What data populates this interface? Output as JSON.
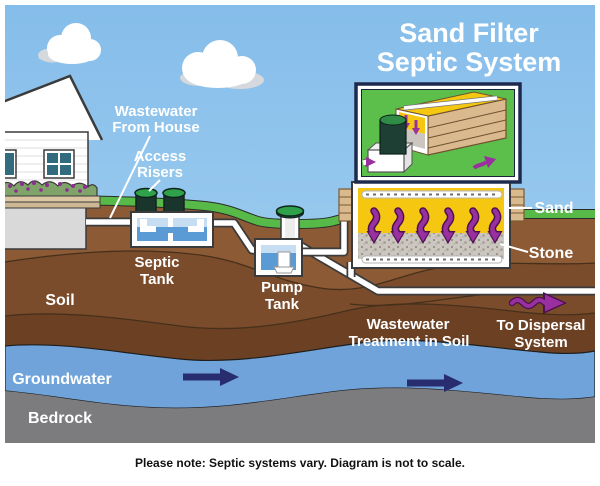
{
  "title": [
    "Sand Filter",
    "Septic System"
  ],
  "labels": {
    "wastewater_from_house": [
      "Wastewater",
      "From House"
    ],
    "access_risers": [
      "Access",
      "Risers"
    ],
    "septic_tank": [
      "Septic",
      "Tank"
    ],
    "pump_tank": [
      "Pump",
      "Tank"
    ],
    "soil": "Soil",
    "groundwater": "Groundwater",
    "bedrock": "Bedrock",
    "sand": "Sand",
    "stone": "Stone",
    "wastewater_treatment_in_soil": [
      "Wastewater",
      "Treatment in Soil"
    ],
    "to_dispersal_system": [
      "To Dispersal",
      "System"
    ]
  },
  "note": "Please note: Septic systems vary. Diagram is not to scale.",
  "colors": {
    "sky": "#87BCE9",
    "grass": "#56B948",
    "soil_upper": "#8C5A35",
    "soil_mid": "#7B4C2B",
    "soil_deep": "#6C4123",
    "groundwater": "#6FA3D9",
    "bedrock": "#7C7C7F",
    "sand": "#F5C711",
    "stone": "#CBC7C0",
    "tank_water": "#5B9BD5",
    "riser_cap_green": "#2FA14B",
    "arrow_purple": "#9A2F9F",
    "arrow_navy": "#272D6E",
    "wood": "#DBB98E",
    "label_text": "#FFFFFF",
    "note_text": "#111111"
  }
}
